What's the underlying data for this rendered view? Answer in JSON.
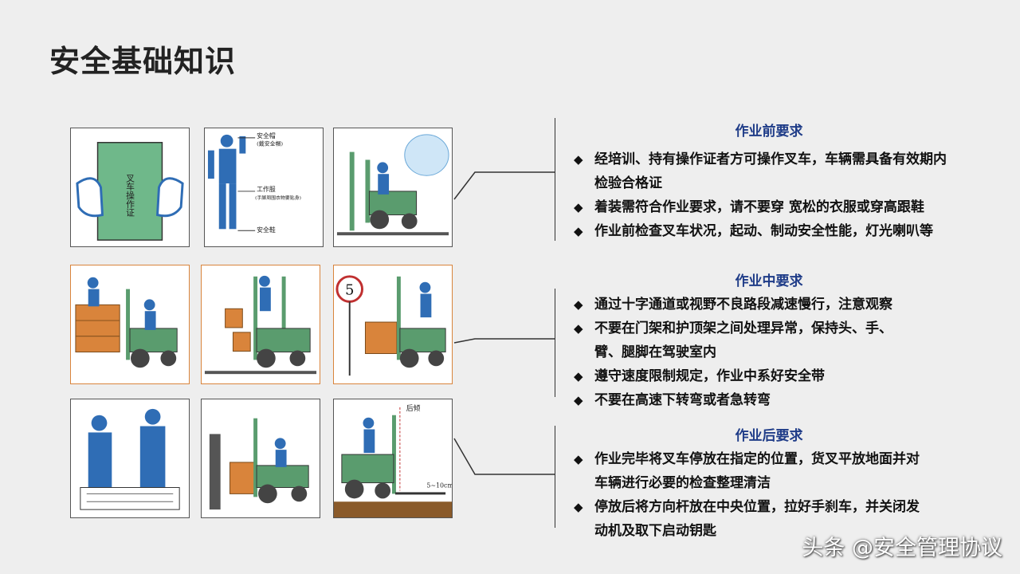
{
  "slide": {
    "title": "安全基础知识",
    "watermark": "头条 @安全管理协议"
  },
  "images": {
    "license_card_text": "叉车操作证",
    "worker_labels": {
      "helmet": "安全帽",
      "helmet_sub": "(戴安全帽)",
      "clothes": "工作服",
      "clothes_sub": "(手脚周围衣物要贴身)",
      "shoes": "安全鞋"
    },
    "speed_sign": "5",
    "tilt_label": "后倾",
    "fork_height": "5~10cm"
  },
  "sections": [
    {
      "title": "作业前要求",
      "items": [
        "经培训、持有操作证者方可操作叉车，车辆需具备有效期内检验合格证",
        "着装需符合作业要求，请不要穿 宽松的衣服或穿高跟鞋",
        "作业前检查叉车状况，起动、制动安全性能，灯光喇叭等"
      ]
    },
    {
      "title": "作业中要求",
      "items": [
        "通过十字通道或视野不良路段减速慢行，注意观察",
        "不要在门架和护顶架之间处理异常，保持头、手、臂、腿脚在驾驶室内",
        "遵守速度限制规定，作业中系好安全带",
        "不要在高速下转弯或者急转弯"
      ]
    },
    {
      "title": "作业后要求",
      "items": [
        "作业完毕将叉车停放在指定的位置，货叉平放地面并对车辆进行必要的检查整理清洁",
        "停放后将方向杆放在中央位置，拉好手刹车，并关闭发动机及取下启动钥匙"
      ]
    }
  ],
  "colors": {
    "accent_title": "#1f3c88",
    "forklift_green": "#5a9c6e",
    "worker_blue": "#2f6db5",
    "cargo_orange": "#d9843b",
    "card_orange_border": "#d9843b"
  }
}
